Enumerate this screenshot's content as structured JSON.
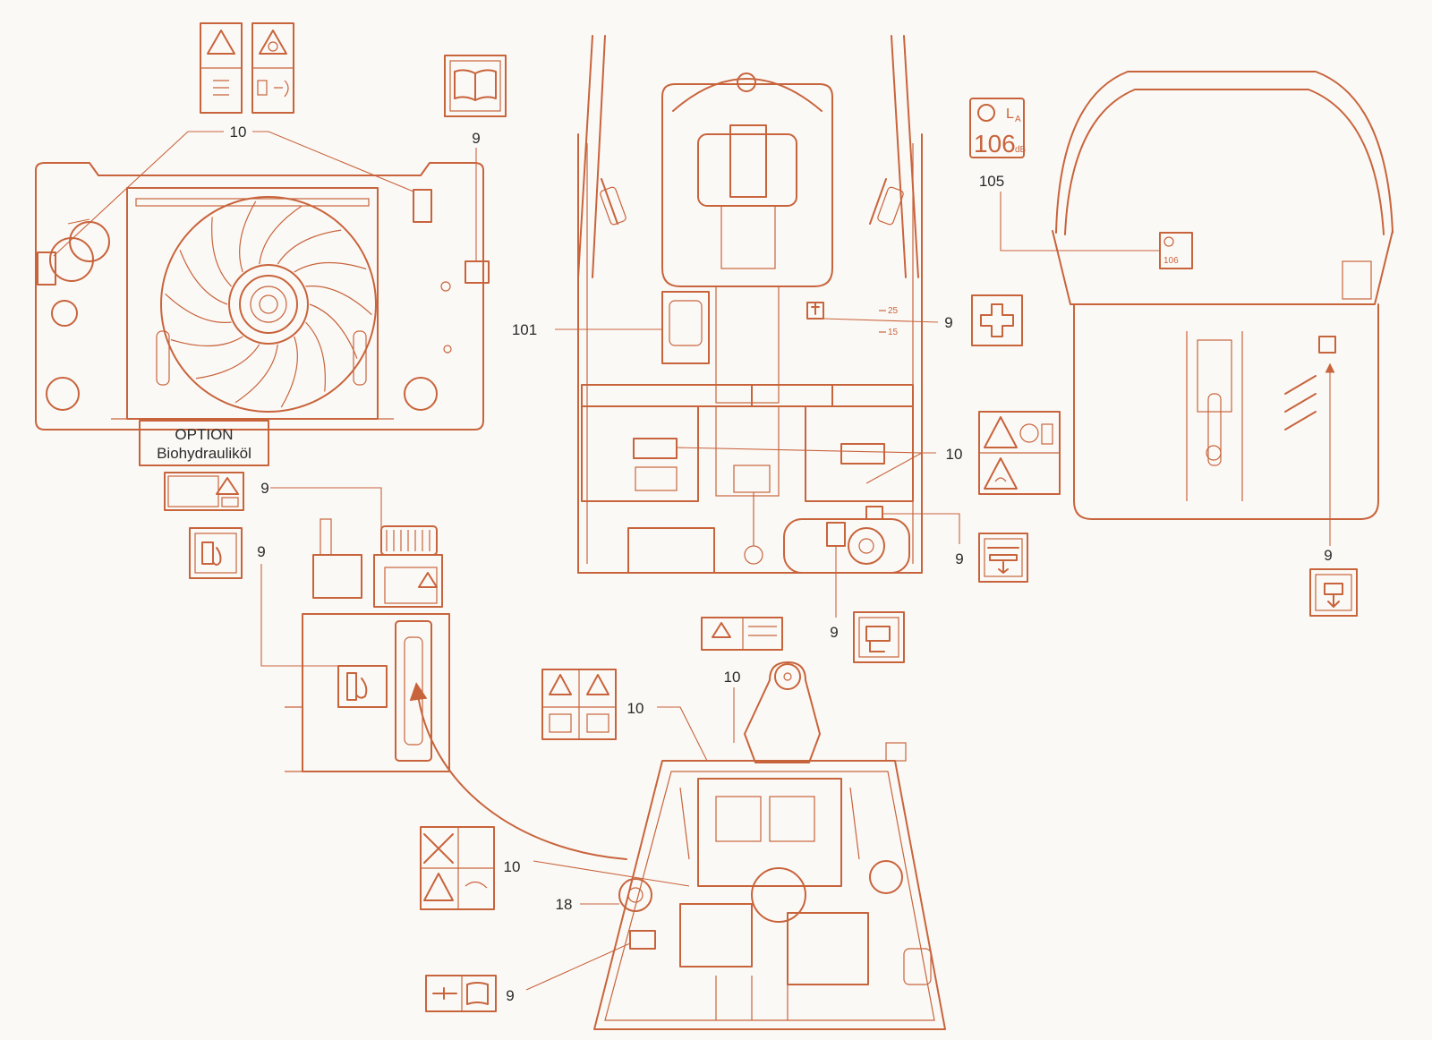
{
  "colors": {
    "line": "#c8643c",
    "text": "#2a2a2a",
    "background": "#fbf9f6"
  },
  "option_box": {
    "line1": "OPTION",
    "line2": "Biohydrauliköl"
  },
  "callouts": {
    "c10_radiator": "10",
    "c9_radiator": "9",
    "c9_tank_top": "9",
    "c9_tank": "9",
    "c101": "101",
    "c9_firstaid": "9",
    "c10_frame": "10",
    "c9_rear_right": "9",
    "c9_rear_low": "9",
    "c105": "105",
    "c9_hood": "9",
    "c10_engine_top": "10",
    "c10_engine_left": "10",
    "c10_engine_mid": "10",
    "c18": "18",
    "c9_engine_bottom": "9"
  },
  "frame_marks": {
    "m25": "25",
    "m15": "15"
  },
  "noise_label": {
    "value": "106",
    "unit": "dB",
    "l": "L",
    "sub": "A"
  },
  "icons": [
    "lifting-hazard-icon",
    "fan-hazard-icon",
    "manual-book-icon",
    "noise-level-icon",
    "first-aid-icon",
    "hydraulic-oil-icon",
    "crush-hazard-icon",
    "hot-surface-icon",
    "coolant-icon",
    "fuel-icon",
    "lifting-point-icon",
    "main-switch-icon"
  ]
}
